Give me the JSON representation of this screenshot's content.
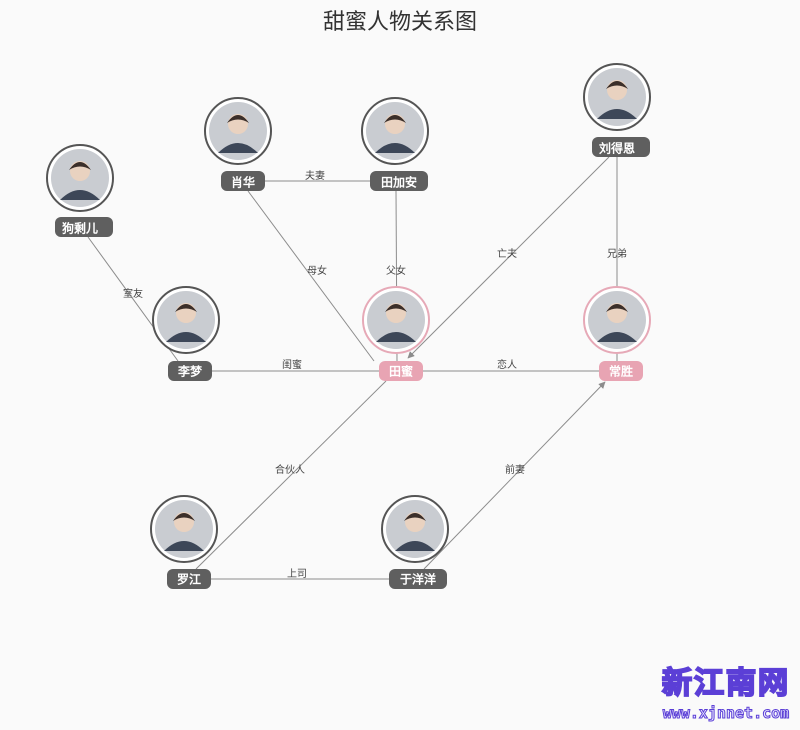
{
  "title": "甜蜜人物关系图",
  "colors": {
    "normal_ring": "#555555",
    "normal_pill": "#5f5f5f",
    "main_ring": "#e6a9b7",
    "main_pill": "#e8a4b3",
    "edge": "#8c8c8c"
  },
  "nodes": [
    {
      "id": "n-gou",
      "label": "狗剩儿",
      "icon": "person-photo-icon",
      "main": false
    },
    {
      "id": "n-xiao",
      "label": "肖华",
      "icon": "person-photo-icon",
      "main": false
    },
    {
      "id": "n-tjia",
      "label": "田加安",
      "icon": "person-photo-icon",
      "main": false
    },
    {
      "id": "n-liu",
      "label": "刘得恩",
      "icon": "person-photo-icon",
      "main": false
    },
    {
      "id": "n-li",
      "label": "李梦",
      "icon": "person-photo-icon",
      "main": false
    },
    {
      "id": "n-tian",
      "label": "田蜜",
      "icon": "person-photo-icon",
      "main": true
    },
    {
      "id": "n-chang",
      "label": "常胜",
      "icon": "person-photo-icon",
      "main": true
    },
    {
      "id": "n-luo",
      "label": "罗江",
      "icon": "person-photo-icon",
      "main": false
    },
    {
      "id": "n-yu",
      "label": "于洋洋",
      "icon": "person-photo-icon",
      "main": false
    }
  ],
  "edges": [
    {
      "from": "n-gou",
      "to": "n-li",
      "label": "室友",
      "arrow": false
    },
    {
      "from": "n-xiao",
      "to": "n-tjia",
      "label": "夫妻",
      "arrow": false
    },
    {
      "from": "n-xiao",
      "to": "n-tian",
      "label": "母女",
      "arrow": false
    },
    {
      "from": "n-tjia",
      "to": "n-tian",
      "label": "父女",
      "arrow": false
    },
    {
      "from": "n-liu",
      "to": "n-tian",
      "label": "亡夫",
      "arrow": true
    },
    {
      "from": "n-liu",
      "to": "n-chang",
      "label": "兄弟",
      "arrow": false
    },
    {
      "from": "n-li",
      "to": "n-tian",
      "label": "闺蜜",
      "arrow": false
    },
    {
      "from": "n-tian",
      "to": "n-chang",
      "label": "恋人",
      "arrow": false
    },
    {
      "from": "n-tian",
      "to": "n-luo",
      "label": "合伙人",
      "arrow": false
    },
    {
      "from": "n-yu",
      "to": "n-chang",
      "label": "前妻",
      "arrow": true
    },
    {
      "from": "n-luo",
      "to": "n-yu",
      "label": "上司",
      "arrow": false
    }
  ],
  "watermark": {
    "name": "新江南网",
    "url": "www.xjnnet.com"
  }
}
